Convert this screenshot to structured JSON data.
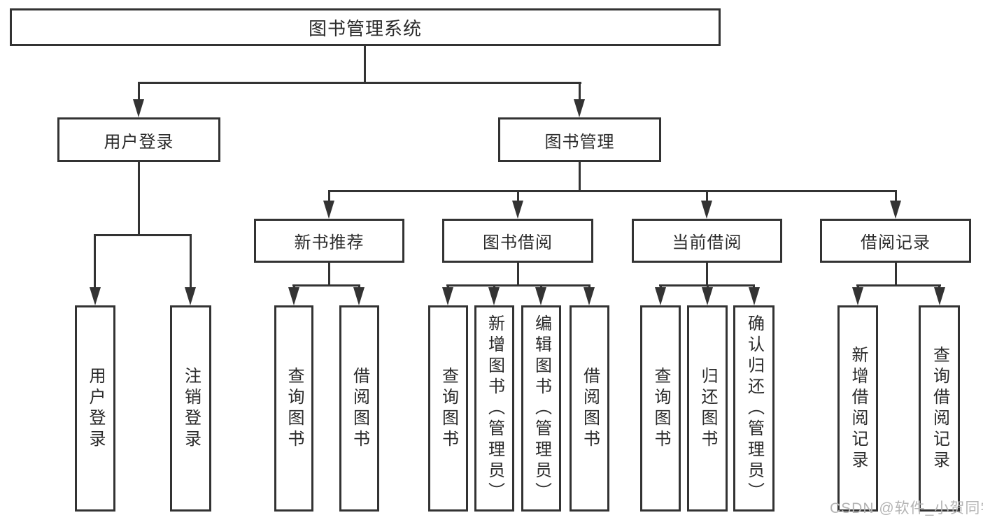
{
  "diagram": {
    "type": "feature-tree",
    "tree": {
      "label": "图书管理系统",
      "children": [
        {
          "label": "用户登录",
          "children": [
            {
              "label": "用户登录"
            },
            {
              "label": "注销登录"
            }
          ]
        },
        {
          "label": "图书管理",
          "children": [
            {
              "label": "新书推荐",
              "children": [
                {
                  "label": "查询图书"
                },
                {
                  "label": "借阅图书"
                }
              ]
            },
            {
              "label": "图书借阅",
              "children": [
                {
                  "label": "查询图书"
                },
                {
                  "label": "新增图书（管理员）"
                },
                {
                  "label": "编辑图书（管理员）"
                },
                {
                  "label": "借阅图书"
                }
              ]
            },
            {
              "label": "当前借阅",
              "children": [
                {
                  "label": "查询图书"
                },
                {
                  "label": "归还图书"
                },
                {
                  "label": "确认归还（管理员）"
                }
              ]
            },
            {
              "label": "借阅记录",
              "children": [
                {
                  "label": "新增借阅记录"
                },
                {
                  "label": "查询借阅记录"
                }
              ]
            }
          ]
        }
      ]
    },
    "colors": {
      "line": "#333333",
      "text": "#2b2b2b",
      "background": "#ffffff",
      "watermark": "#b4b4b4"
    }
  },
  "watermark": {
    "text": "CSDN @软件_小贺同学"
  }
}
